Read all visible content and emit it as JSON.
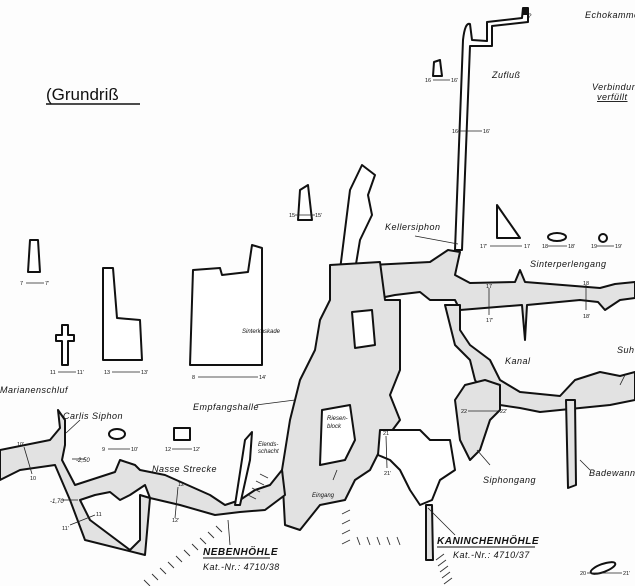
{
  "title": "(Grundriß",
  "labels": {
    "echokammer": "Echokammer",
    "zufluss": "Zufluß",
    "verbindung": "Verbindung",
    "verfuellt": "verfüllt",
    "kellersiphon": "Kellersiphon",
    "sinterperlengang": "Sinterperlengang",
    "sinterkaskade": "Sinterkaskade",
    "kanal": "Kanal",
    "suh": "Suh",
    "marianenschluf": "Marianenschluf",
    "carlis_siphon": "Carlis Siphon",
    "nasse_strecke": "Nasse Strecke",
    "empfangshalle": "Empfangshalle",
    "elendsschacht_1": "Elends-",
    "elendsschacht_2": "schacht",
    "riesenblock_1": "Riesen-",
    "riesenblock_2": "block",
    "eingang": "Eingang",
    "siphongang": "Siphongang",
    "badewanne": "Badewanne",
    "question": "?"
  },
  "depths": [
    "-2,50",
    "-1,70"
  ],
  "caves": [
    {
      "name": "NEBENHÖHLE",
      "catalog": "Kat.-Nr.: 4710/38"
    },
    {
      "name": "KANINCHENHÖHLE",
      "catalog": "Kat.-Nr.: 4710/37"
    }
  ],
  "sections": {
    "s7": [
      "7",
      "7'"
    ],
    "s11": [
      "11",
      "11'"
    ],
    "s13": [
      "13",
      "13'"
    ],
    "s8": [
      "8",
      "14'"
    ],
    "s15": [
      "15",
      "15'"
    ],
    "s16": [
      "16",
      "16'"
    ],
    "s16b": [
      "16",
      "16'"
    ],
    "s17": [
      "17'",
      "17"
    ],
    "s18": [
      "18",
      "18'"
    ],
    "s19": [
      "19",
      "19'"
    ],
    "s9": [
      "9",
      "10'"
    ],
    "s12": [
      "12",
      "12'"
    ],
    "s10": [
      "10'",
      "10"
    ],
    "s11b": [
      "11",
      "11'"
    ],
    "s12b": [
      "12",
      "12'"
    ],
    "s17b": [
      "17",
      "17'"
    ],
    "s18b": [
      "18",
      "18'"
    ],
    "s21": [
      "21",
      "21'"
    ],
    "s22": [
      "22",
      "22'"
    ],
    "s20": [
      "20",
      "21'"
    ]
  }
}
